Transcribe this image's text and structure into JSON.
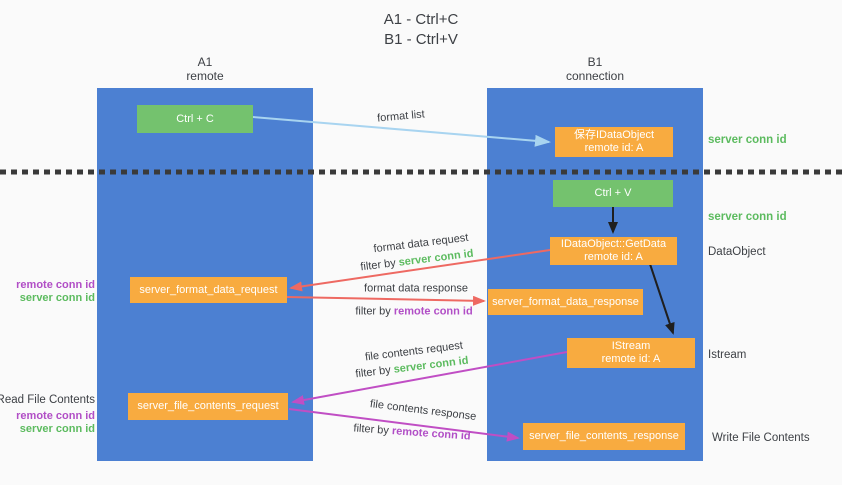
{
  "title": {
    "line1": "A1 - Ctrl+C",
    "line2": "B1 - Ctrl+V"
  },
  "columns": {
    "left": {
      "id": "A1",
      "subtitle": "remote"
    },
    "right": {
      "id": "B1",
      "subtitle": "connection"
    }
  },
  "nodes": {
    "ctrl_c": {
      "label": "Ctrl + C"
    },
    "save_idataobject": {
      "line1": "保存IDataObject",
      "line2": "remote id: A"
    },
    "ctrl_v": {
      "label": "Ctrl + V"
    },
    "getdata": {
      "line1": "IDataObject::GetData",
      "line2": "remote id: A"
    },
    "format_request": {
      "label": "server_format_data_request"
    },
    "format_response": {
      "label": "server_format_data_response"
    },
    "istream": {
      "line1": "IStream",
      "line2": "remote id: A"
    },
    "file_request": {
      "label": "server_file_contents_request"
    },
    "file_response": {
      "label": "server_file_contents_response"
    }
  },
  "side_labels": {
    "server_conn_id_top": "server conn id",
    "server_conn_id_mid": "server conn id",
    "dataobject": "DataObject",
    "istream": "Istream",
    "write_file_contents": "Write File Contents",
    "read_file_contents": "Read File Contents",
    "left_pair_top": {
      "remote": "remote conn id",
      "server": "server conn id"
    },
    "left_pair_bottom": {
      "remote": "remote conn id",
      "server": "server conn id"
    }
  },
  "arrow_labels": {
    "format_list": "format list",
    "format_data_request": "format data request",
    "format_data_response": "format data response",
    "file_contents_request": "file contents request",
    "file_contents_response": "file contents response",
    "filter_by": "filter by",
    "filter_server_conn_id": "server conn id",
    "filter_remote_conn_id": "remote conn id"
  },
  "colors": {
    "background": "#fafafa",
    "column_blue": "#4c80d2",
    "box_green": "#74c26e",
    "box_orange": "#f8ab40",
    "text_green": "#5cbb5f",
    "text_purple": "#b14ec6",
    "arrow_red": "#ee6962",
    "arrow_magenta": "#c04ec4",
    "arrow_lightblue": "#a8d4f0",
    "arrow_black": "#1f1f1f",
    "text_dark": "#3d4045"
  }
}
